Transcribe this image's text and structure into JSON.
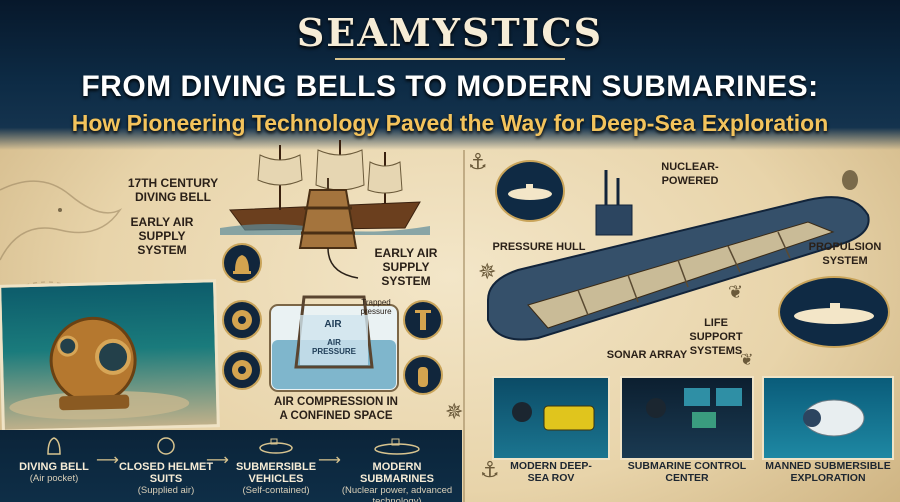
{
  "header": {
    "brand": "SEAMYSTICS",
    "title": "FROM DIVING BELLS TO MODERN SUBMARINES:",
    "subtitle": "How Pioneering Technology Paved the Way for Deep-Sea Exploration"
  },
  "bell_section": {
    "label_bell": "17th CENTURY DIVING BELL",
    "label_air_left": "EARLY AIR SUPPLY SYSTEM",
    "label_air_right": "EARLY AIR SUPPLY SYSTEM",
    "diagram_air": "AIR",
    "diagram_air_pressure": "AIR PRESSURE",
    "diagram_trapped": "Trapped pressure",
    "caption": "AIR COMPRESSION IN A CONFINED SPACE"
  },
  "timeline": {
    "items": [
      {
        "title": "DIVING BELL",
        "sub": "(Air pocket)"
      },
      {
        "title": "CLOSED HELMET SUITS",
        "sub": "(Supplied air)"
      },
      {
        "title": "SUBMERSIBLE VEHICLES",
        "sub": "(Self-contained)"
      },
      {
        "title": "MODERN SUBMARINES",
        "sub": "(Nuclear power, advanced technology)"
      }
    ]
  },
  "submarine": {
    "nuclear": "NUCLEAR-POWERED",
    "hull": "PRESSURE HULL",
    "propulsion": "PROPULSION SYSTEM",
    "life": "LIFE SUPPORT SYSTEMS",
    "sonar": "SONAR ARRAY"
  },
  "bottom": {
    "rov": "MODERN DEEP-SEA ROV",
    "control": "SUBMARINE CONTROL CENTER",
    "manned": "MANNED SUBMERSIBLE EXPLORATION"
  },
  "colors": {
    "navy": "#0d2b45",
    "gold": "#f3c35c",
    "parchment": "#f3e6c8"
  }
}
